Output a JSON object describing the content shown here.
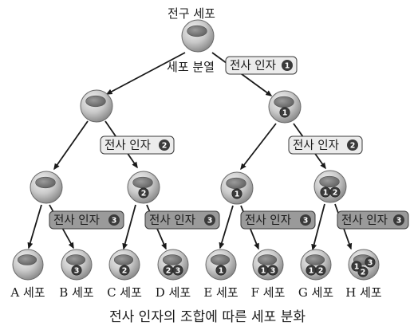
{
  "diagram": {
    "stem_cell_label": "전구 세포",
    "division_label": "세포 분열",
    "factor_labels": {
      "f1": "전사 인자",
      "f2_left": "전사 인자",
      "f2_right": "전사 인자",
      "f3_a": "전사 인자",
      "f3_b": "전사 인자",
      "f3_c": "전사 인자",
      "f3_d": "전사 인자"
    },
    "factor_numbers": {
      "f1": "1",
      "f2_left": "2",
      "f2_right": "2",
      "f3_a": "3",
      "f3_b": "3",
      "f3_c": "3",
      "f3_d": "3"
    },
    "cells": [
      {
        "name": "A 세포",
        "factors": []
      },
      {
        "name": "B 세포",
        "factors": [
          "3"
        ]
      },
      {
        "name": "C 세포",
        "factors": [
          "2"
        ]
      },
      {
        "name": "D 세포",
        "factors": [
          "2",
          "3"
        ]
      },
      {
        "name": "E 세포",
        "factors": [
          "1"
        ]
      },
      {
        "name": "F 세포",
        "factors": [
          "1",
          "3"
        ]
      },
      {
        "name": "G 세포",
        "factors": [
          "1",
          "2"
        ]
      },
      {
        "name": "H 세포",
        "factors": [
          "1",
          "2",
          "3"
        ]
      }
    ],
    "caption": "전사 인자의 조합에 따른 세포 분화",
    "colors": {
      "cell_light": "#f4f4f4",
      "cell_dark": "#8a8a8a",
      "nucleus": "#6e6e6e",
      "factor_box_light": "#ececec",
      "factor_box_dark": "#9a9a9a",
      "number_circle": "#3a3a3a"
    }
  }
}
